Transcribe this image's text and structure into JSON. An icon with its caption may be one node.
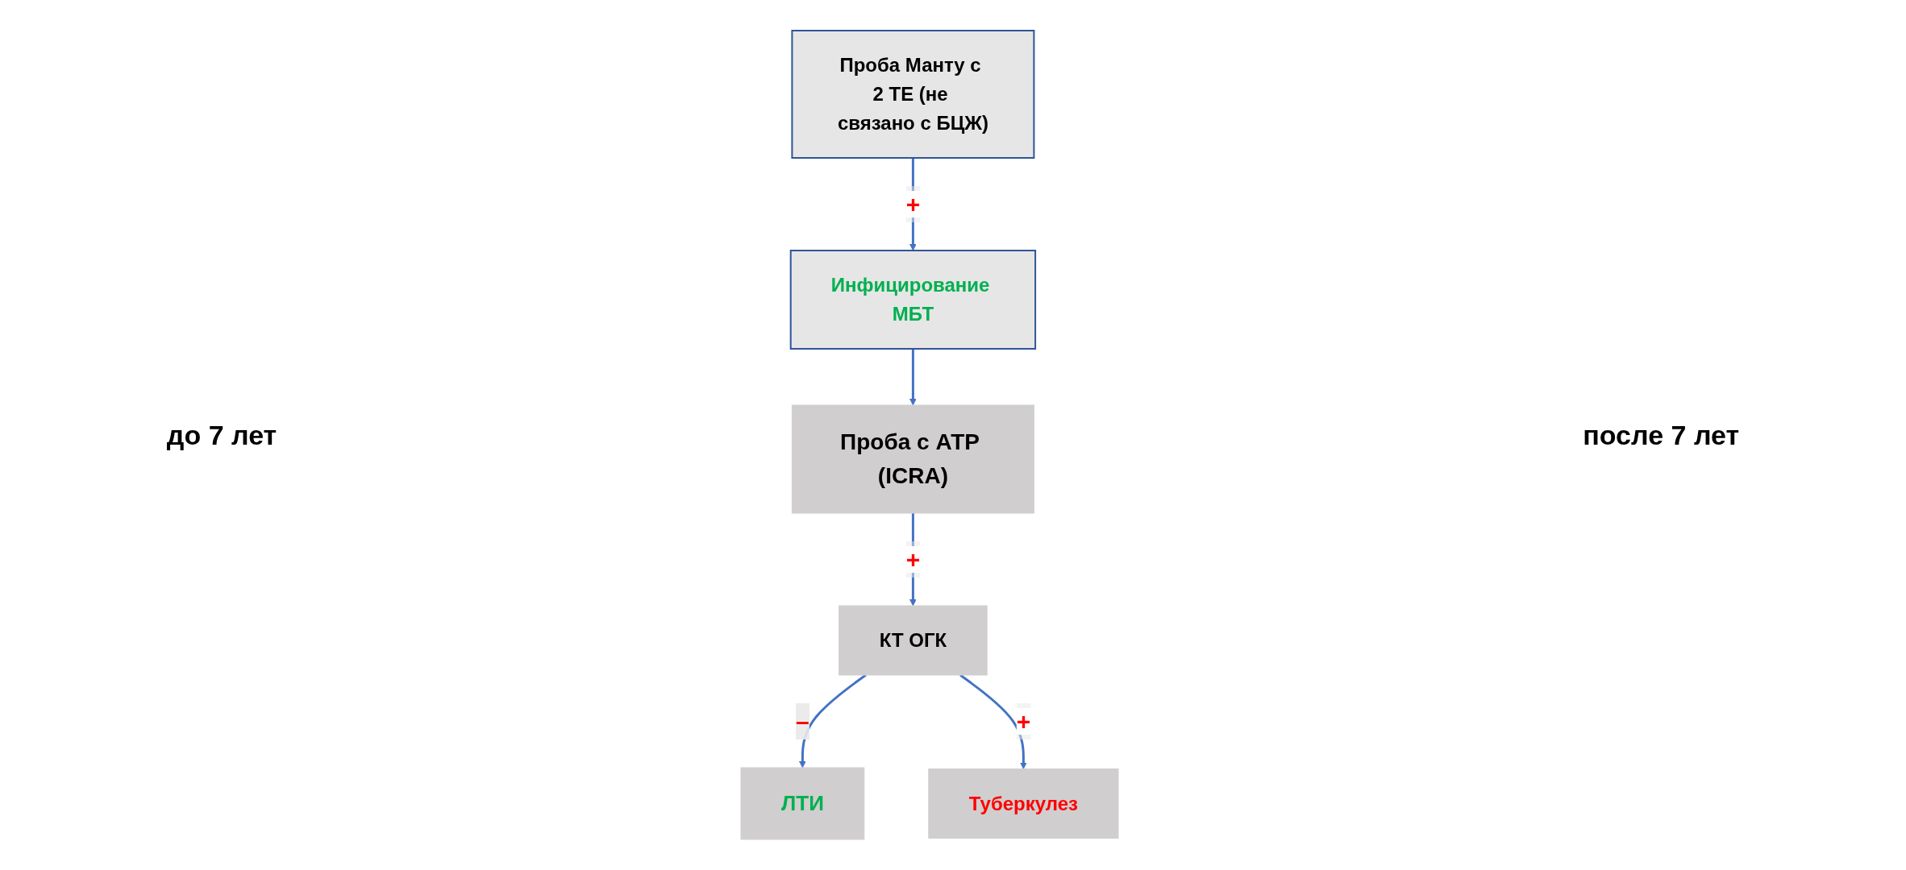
{
  "diagram": {
    "nodes": [
      {
        "text": [
          "Проба Манту с 2 ТЕ (не связано с БЦЖ)"
        ]
      },
      {
        "text": [
          "Инфицирование МБТ"
        ]
      },
      {
        "text": [
          "Проба с АТР (ICRA)"
        ]
      },
      {
        "text": [
          "КТ ОГК"
        ]
      },
      {
        "text": [
          "ЛТИ"
        ]
      },
      {
        "text": [
          "Туберкулез"
        ]
      }
    ],
    "edges": [
      {
        "from": 0,
        "to": 1,
        "arrow": "to",
        "label": "+"
      },
      {
        "from": 1,
        "to": 2,
        "arrow": "to"
      },
      {
        "from": 2,
        "to": 3,
        "arrow": "to",
        "label": "+"
      },
      {
        "from": 3,
        "to": 4,
        "arrow": "to",
        "label": "–"
      },
      {
        "from": 3,
        "to": 5,
        "arrow": "to",
        "label": "+"
      }
    ],
    "labels": [
      "до 7 лет",
      "после 7 лет"
    ]
  }
}
